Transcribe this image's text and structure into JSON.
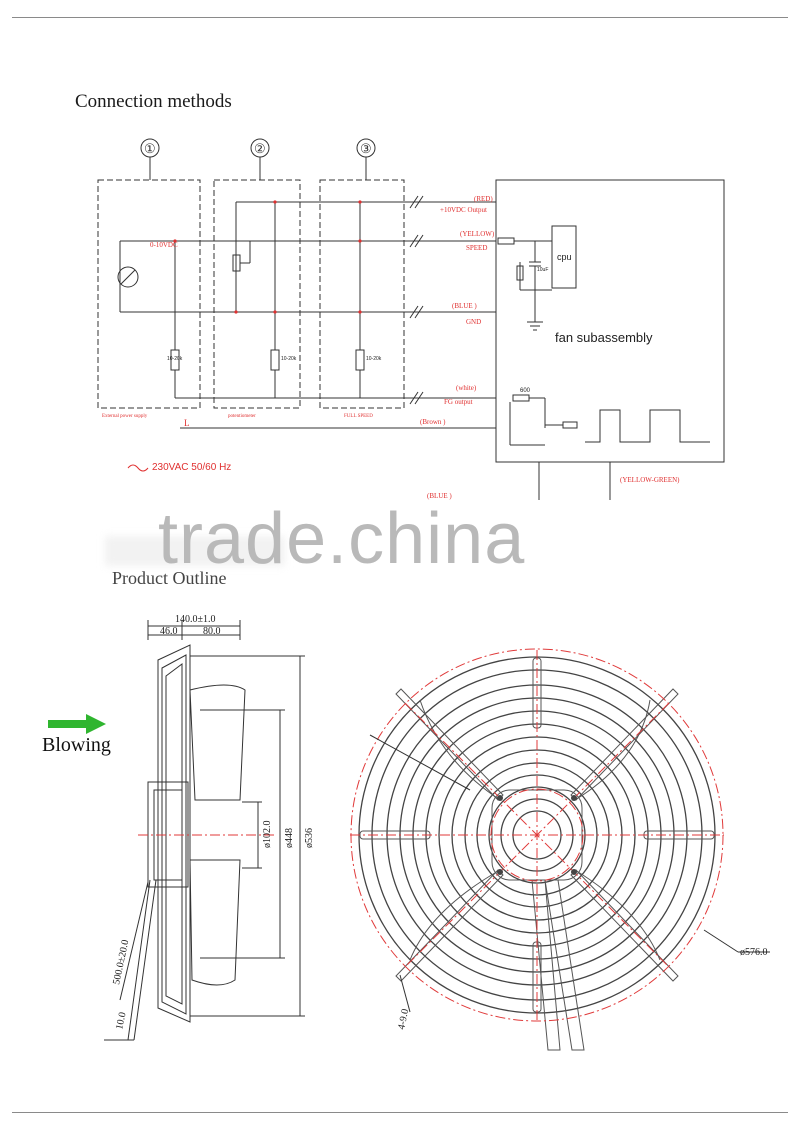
{
  "section1": {
    "title": "Connection methods"
  },
  "section2": {
    "title": "Product Outline"
  },
  "watermark": "trade.china",
  "wiring": {
    "methods": [
      "①",
      "②",
      "③"
    ],
    "box_captions": [
      "External power supply",
      "potentiometer",
      "FULL SPEED"
    ],
    "source_label": "0-10VDC",
    "resistor_label": "10-20k",
    "wires": [
      {
        "color": "(RED)",
        "function": "+10VDC Output"
      },
      {
        "color": "(YELLOW)",
        "function": "SPEED"
      },
      {
        "color": "(BLUE )",
        "function": "GND"
      },
      {
        "color": "(white)",
        "function": "FG output"
      },
      {
        "color": "(Brown )",
        "function": ""
      }
    ],
    "live_label": "L",
    "mains_label": "230VAC 50/60 Hz",
    "fan_label": "fan subassembly",
    "cpu_label": "cpu",
    "cap_label": "10uF",
    "res_label": "600",
    "earth_blue": "(BLUE )",
    "earth_yg": "(YELLOW-GREEN)"
  },
  "outline": {
    "blowing_label": "Blowing",
    "dims": {
      "overall_depth": "140.0±1.0",
      "depth_a": "46.0",
      "depth_b": "80.0",
      "hub_dia": "ø102.0",
      "bolt_dia": "ø448",
      "outer_dia": "ø536",
      "cable_len": "500.0±20.0",
      "strip_len": "10.0",
      "guard_dia": "ø576.0",
      "holes": "4-9.0"
    }
  },
  "colors": {
    "wire_red": "#e03030",
    "arrow_green": "#2fb52f",
    "centerline": "#e03a3a"
  }
}
